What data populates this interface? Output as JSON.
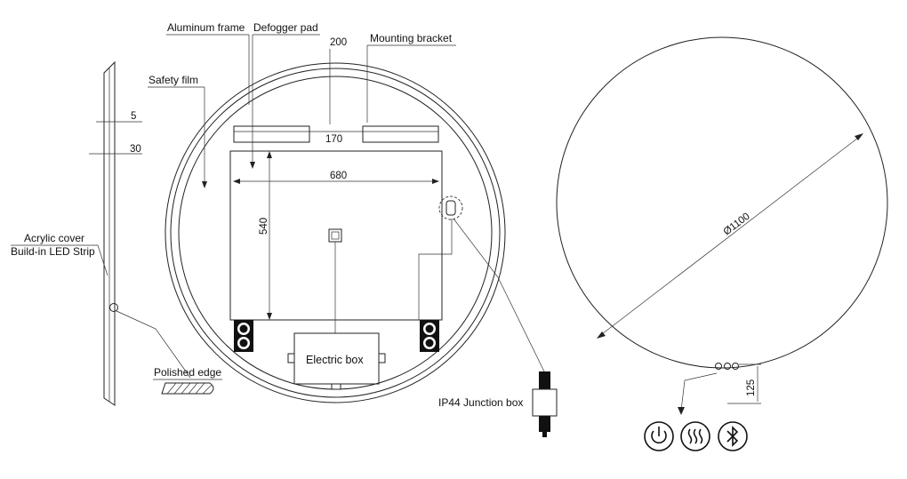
{
  "labels": {
    "aluminum_frame": "Aluminum frame",
    "defogger_pad": "Defogger pad",
    "mounting_bracket": "Mounting bracket",
    "safety_film": "Safety film",
    "acrylic_cover": "Acrylic cover",
    "led_strip": "Build-in LED Strip",
    "polished_edge": "Polished edge",
    "electric_box": "Electric box",
    "junction_box": "IP44 Junction box"
  },
  "dimensions": {
    "bracket_offset": "200",
    "bracket_gap": "170",
    "pad_width": "680",
    "pad_height": "540",
    "glass_thickness": "5",
    "total_depth": "30",
    "diameter": "Ø1100",
    "switch_height": "125"
  },
  "icons": [
    "power-icon",
    "defogger-icon",
    "bluetooth-icon"
  ]
}
